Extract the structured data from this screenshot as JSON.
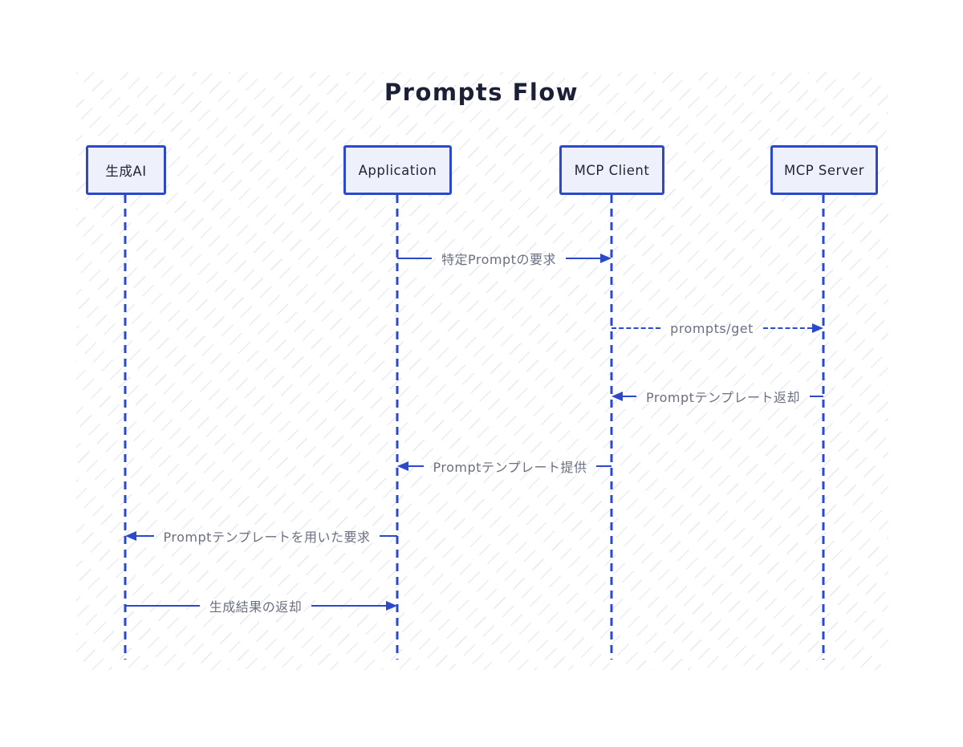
{
  "diagram": {
    "type": "sequence-diagram",
    "title": "Prompts Flow",
    "actors": [
      {
        "id": "gen-ai",
        "label": "生成AI"
      },
      {
        "id": "application",
        "label": "Application"
      },
      {
        "id": "mcp-client",
        "label": "MCP Client"
      },
      {
        "id": "mcp-server",
        "label": "MCP Server"
      }
    ],
    "messages": [
      {
        "from": "Application",
        "to": "MCP Client",
        "label": "特定Promptの要求",
        "line": "solid",
        "direction": "right"
      },
      {
        "from": "MCP Client",
        "to": "MCP Server",
        "label": "prompts/get",
        "line": "dashed",
        "direction": "right"
      },
      {
        "from": "MCP Server",
        "to": "MCP Client",
        "label": "Promptテンプレート返却",
        "line": "solid",
        "direction": "left"
      },
      {
        "from": "MCP Client",
        "to": "Application",
        "label": "Promptテンプレート提供",
        "line": "solid",
        "direction": "left"
      },
      {
        "from": "Application",
        "to": "生成AI",
        "label": "Promptテンプレートを用いた要求",
        "line": "solid",
        "direction": "left"
      },
      {
        "from": "生成AI",
        "to": "Application",
        "label": "生成結果の返却",
        "line": "solid",
        "direction": "right"
      }
    ],
    "colors": {
      "stroke": "#2b4acb",
      "box_fill": "#eef1fb",
      "box_text": "#1f2437",
      "label_text": "#6a7080",
      "title_text": "#1b2036"
    }
  }
}
